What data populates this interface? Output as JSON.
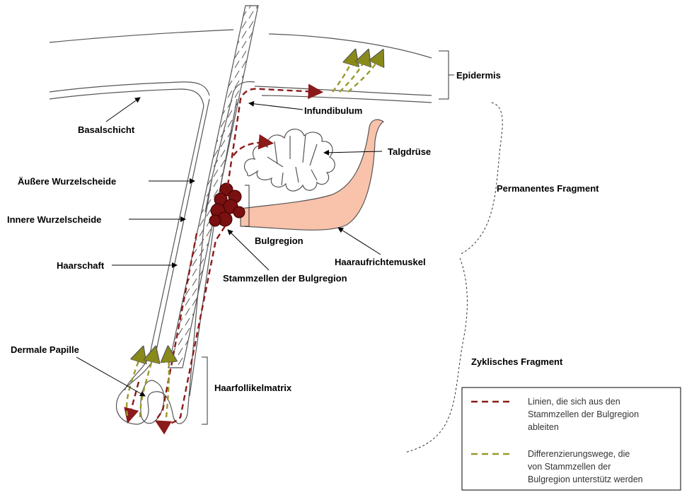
{
  "labels": {
    "epidermis": "Epidermis",
    "infundibulum": "Infundibulum",
    "basalschicht": "Basalschicht",
    "talgdruese": "Talgdrüse",
    "aeussere_wurzelscheide": "Äußere Wurzelscheide",
    "permanentes_fragment": "Permanentes Fragment",
    "innere_wurzelscheide": "Innere Wurzelscheide",
    "bulgregion": "Bulgregion",
    "haaraufrichtemuskel": "Haaraufrichtemuskel",
    "haarschaft": "Haarschaft",
    "stammzellen_bulgregion": "Stammzellen der Bulgregion",
    "dermale_papille": "Dermale Papille",
    "zyklisches_fragment": "Zyklisches Fragment",
    "haarfollikelmatrix": "Haarfollikelmatrix"
  },
  "legend": {
    "red": {
      "color": "#8b1a1a",
      "lines": [
        "Linien, die sich aus den",
        "Stammzellen der Bulgregion",
        "ableiten"
      ]
    },
    "green": {
      "color": "#9a9a2a",
      "lines": [
        "Differenzierungswege, die",
        "von Stammzellen der",
        "Bulgregion unterstütz werden"
      ]
    }
  },
  "colors": {
    "muscle": "#f9c2aa",
    "muscle_stroke": "#555555",
    "stem_cells": "#7a1010",
    "stem_cells_stroke": "#3a0000"
  }
}
